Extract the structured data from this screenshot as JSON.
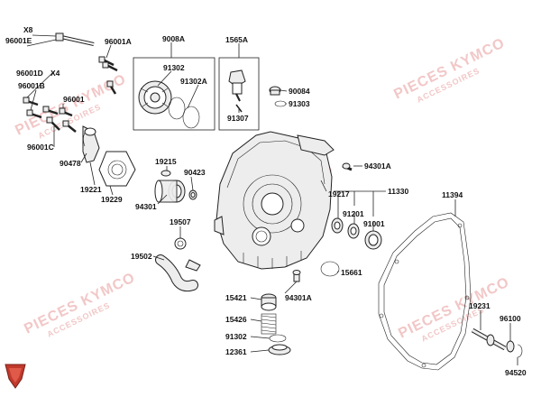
{
  "labels": {
    "x8": "X8",
    "p96001E": "96001E",
    "p96001A": "96001A",
    "p9008A": "9008A",
    "p1565A": "1565A",
    "p96001D": "96001D",
    "x4": "X4",
    "p96001B": "96001B",
    "p91302_top": "91302",
    "p91302A": "91302A",
    "p90084": "90084",
    "p91303": "91303",
    "p91307": "91307",
    "p96001": "96001",
    "p96001C": "96001C",
    "p90478": "90478",
    "p19221": "19221",
    "p19229": "19229",
    "p19215": "19215",
    "p90423": "90423",
    "p94301": "94301",
    "p94301A_top": "94301A",
    "p19217": "19217",
    "p11330": "11330",
    "p91201": "91201",
    "p91001": "91001",
    "p11394": "11394",
    "p19507": "19507",
    "p19502": "19502",
    "p15661": "15661",
    "p15421": "15421",
    "p94301A_bot": "94301A",
    "p15426": "15426",
    "p91302_bot": "91302",
    "p12361": "12361",
    "p19231": "19231",
    "p96100": "96100",
    "p94520": "94520"
  },
  "watermark": {
    "line1": "PIECES KYMCO",
    "line2": "ACCESSOIRES"
  },
  "colors": {
    "watermark": "#f2c7c7",
    "logo": "#c0392b"
  }
}
